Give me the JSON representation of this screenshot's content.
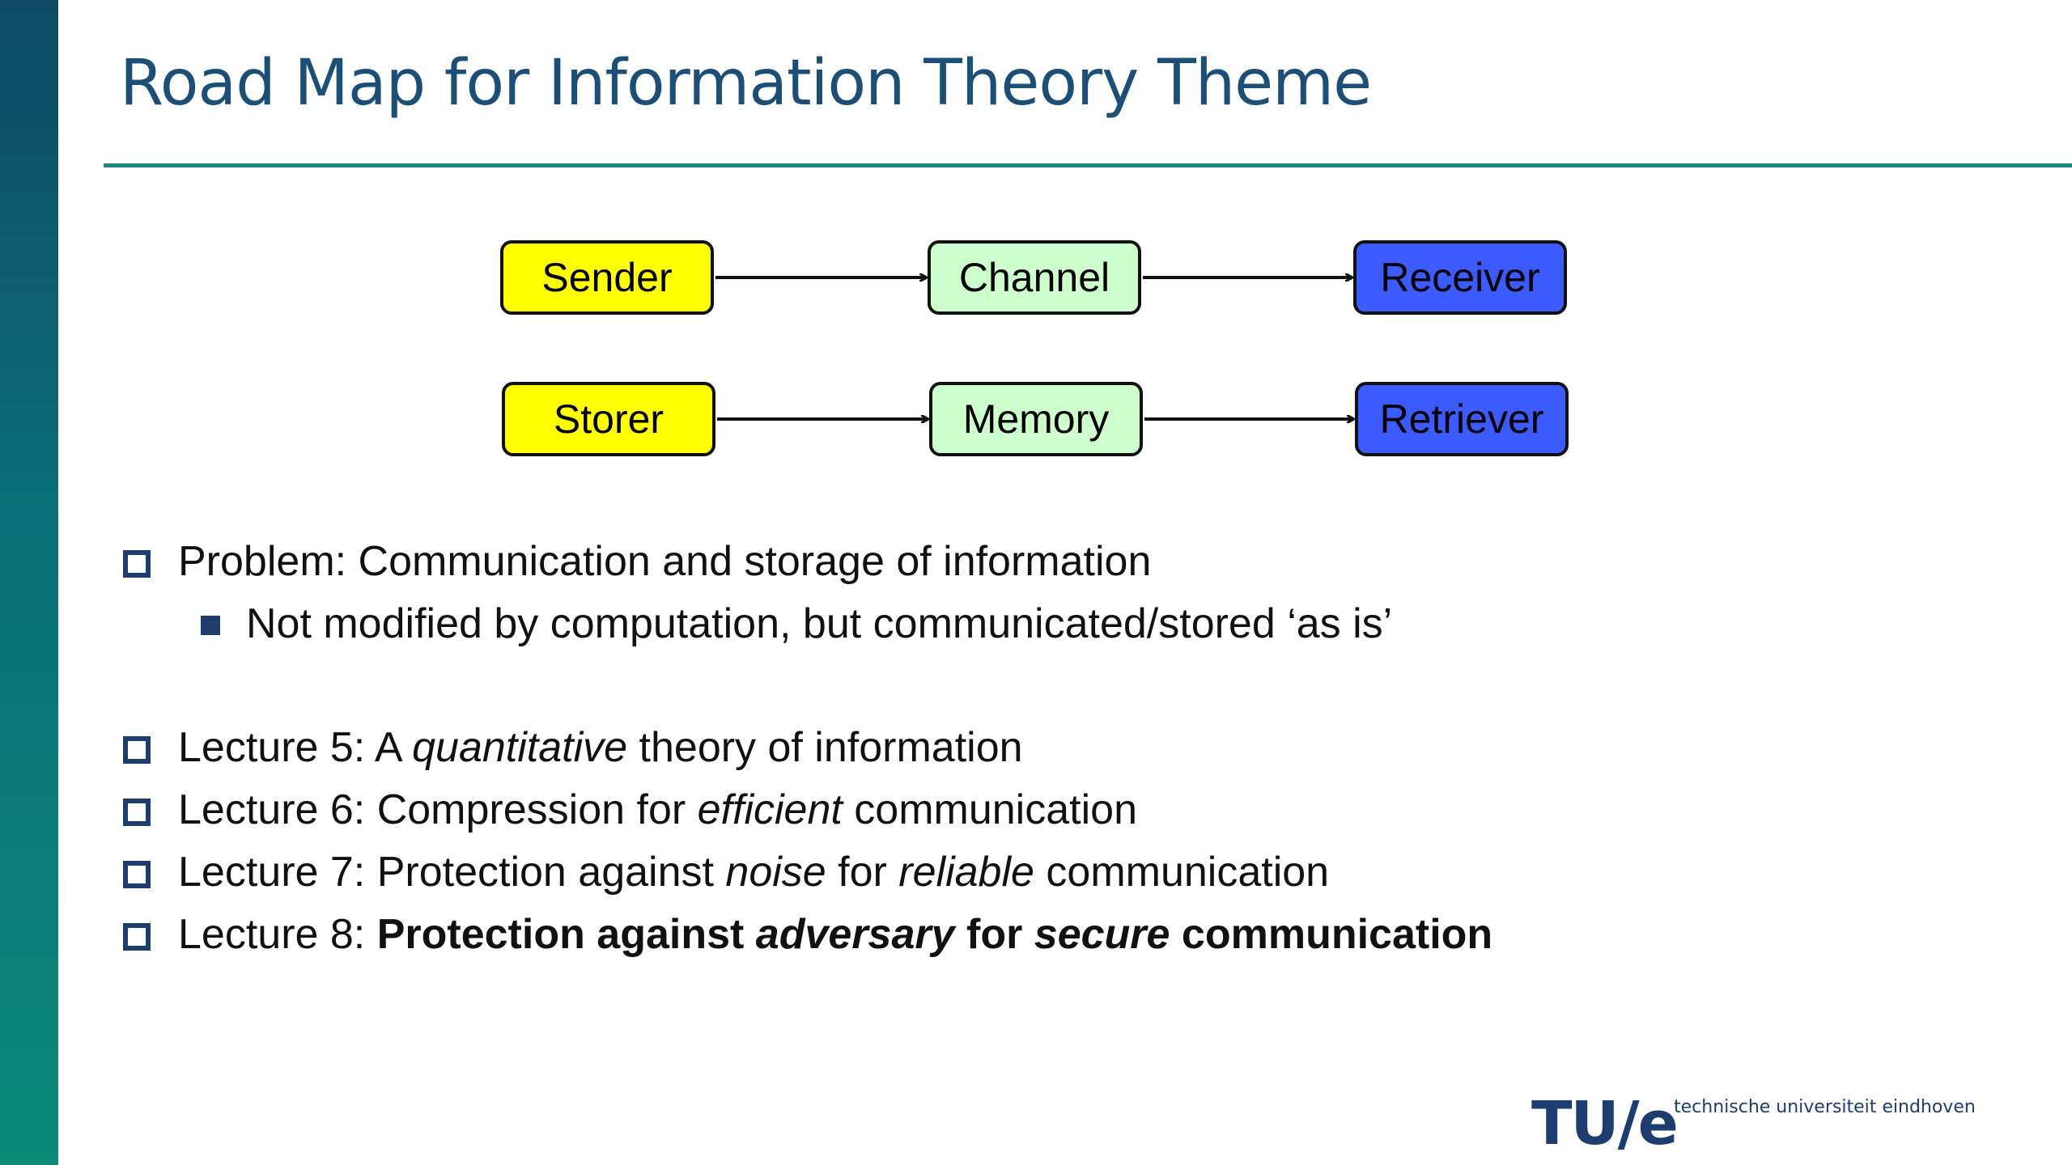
{
  "slide": {
    "title": "Road Map for Information Theory Theme"
  },
  "diagram": {
    "rows": [
      {
        "source": "Sender",
        "medium": "Channel",
        "target": "Receiver"
      },
      {
        "source": "Storer",
        "medium": "Memory",
        "target": "Retriever"
      }
    ],
    "colors": {
      "source": "#ffff00",
      "medium": "#ccffcc",
      "target": "#3b5bff"
    }
  },
  "bullets": {
    "problem": "Problem: Communication and storage of information",
    "sub": "Not modified by computation, but communicated/stored ‘as is’",
    "l5": {
      "a": "Lecture 5: A ",
      "em": "quantitative",
      "b": " theory of information"
    },
    "l6": {
      "a": "Lecture 6: Compression for ",
      "em": "efficient",
      "b": " communication"
    },
    "l7": {
      "a": "Lecture 7: Protection against ",
      "em1": "noise",
      "b": " for ",
      "em2": "reliable",
      "c": " communication"
    },
    "l8": {
      "a": "Lecture 8: ",
      "s1": "Protection against ",
      "em1": "adversary",
      "s2": " for ",
      "em2": "secure",
      "s3": " communication"
    }
  },
  "footer": {
    "logo_mark": "TU/e",
    "logo_text": "technische universiteit eindhoven"
  },
  "icons": {
    "bullet_level1": "open-square",
    "bullet_level2": "filled-square"
  },
  "theme": {
    "title_color": "#1c4f78",
    "rule_color": "#1b8a7e",
    "bullet_color": "#1c3d6e"
  }
}
